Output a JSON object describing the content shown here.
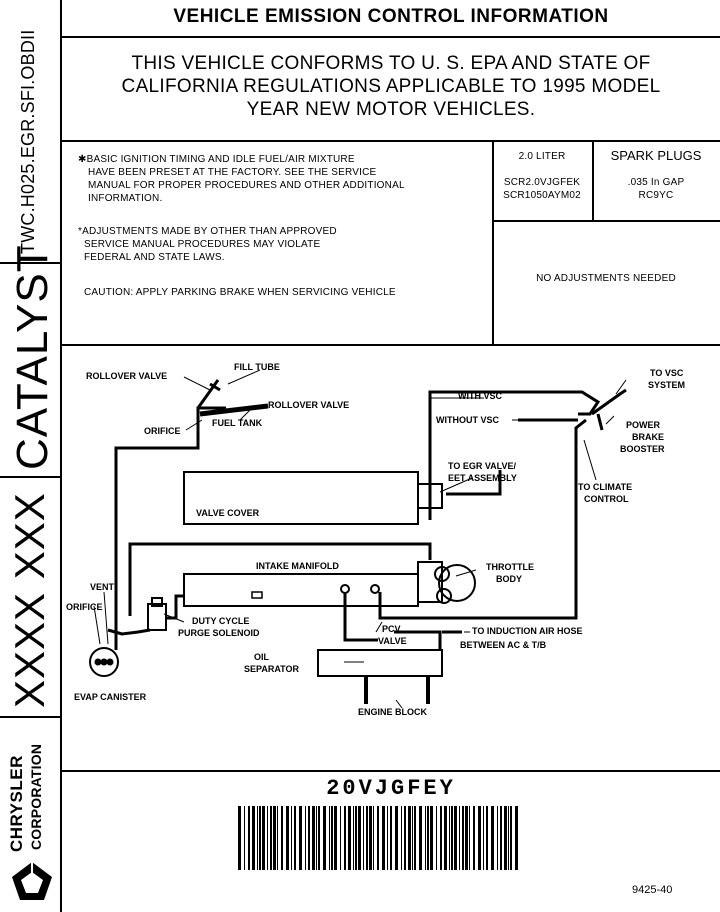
{
  "sidebar": {
    "chrysler": "CHRYSLER",
    "corporation": "CORPORATION",
    "codes": "XXXX XXX",
    "catalyst": "CATALYST",
    "engine_family": "TWC.H025.EGR.SFI.OBDII"
  },
  "header": {
    "title": "VEHICLE EMISSION CONTROL INFORMATION",
    "conform_line1": "THIS VEHICLE CONFORMS TO U. S. EPA AND STATE OF",
    "conform_line2": "CALIFORNIA REGULATIONS APPLICABLE TO 1995 MODEL",
    "conform_line3": "YEAR NEW MOTOR VEHICLES."
  },
  "notes": {
    "note1_l1": "✱BASIC IGNITION TIMING AND IDLE FUEL/AIR MIXTURE",
    "note1_l2": "HAVE BEEN PRESET AT THE FACTORY. SEE THE SERVICE",
    "note1_l3": "MANUAL FOR PROPER PROCEDURES AND OTHER ADDITIONAL",
    "note1_l4": "INFORMATION.",
    "note2_l1": "*ADJUSTMENTS MADE BY OTHER THAN APPROVED",
    "note2_l2": "SERVICE MANUAL PROCEDURES MAY VIOLATE",
    "note2_l3": "FEDERAL AND STATE LAWS.",
    "caution": "CAUTION: APPLY PARKING BRAKE WHEN SERVICING VEHICLE"
  },
  "specs": {
    "displacement": "2.0 LITER",
    "code1": "SCR2.0VJGFEK",
    "code2": "SCR1050AYM02",
    "plugs_header": "SPARK PLUGS",
    "gap": ".035 In GAP",
    "plug_type": "RC9YC",
    "adjustments": "NO ADJUSTMENTS NEEDED"
  },
  "diagram": {
    "rollover_valve_left": "ROLLOVER VALVE",
    "fill_tube": "FILL TUBE",
    "rollover_valve_right": "ROLLOVER VALVE",
    "orifice_top": "ORIFICE",
    "fuel_tank": "FUEL TANK",
    "with_vsc": "WITH VSC",
    "without_vsc": "WITHOUT VSC",
    "to_vsc_l1": "TO VSC",
    "to_vsc_l2": "SYSTEM",
    "power_l1": "POWER",
    "power_l2": "BRAKE",
    "power_l3": "BOOSTER",
    "egr_l1": "TO EGR VALVE/",
    "egr_l2": "EET ASSEMBLY",
    "climate_l1": "TO CLIMATE",
    "climate_l2": "CONTROL",
    "valve_cover": "VALVE COVER",
    "intake_manifold": "INTAKE MANIFOLD",
    "throttle_l1": "THROTTLE",
    "throttle_l2": "BODY",
    "vent": "VENT",
    "orifice_left": "ORIFICE",
    "duty_l1": "DUTY CYCLE",
    "duty_l2": "PURGE SOLENOID",
    "pcv_l1": "PCV",
    "pcv_l2": "VALVE",
    "induction_l1": "TO INDUCTION  AIR HOSE",
    "induction_l2": "BETWEEN AC & T/B",
    "oil_l1": "OIL",
    "oil_l2": "SEPARATOR",
    "evap": "EVAP CANISTER",
    "engine_block": "ENGINE BLOCK"
  },
  "footer": {
    "code": "20VJGFEY",
    "part_number": "9425-40"
  }
}
